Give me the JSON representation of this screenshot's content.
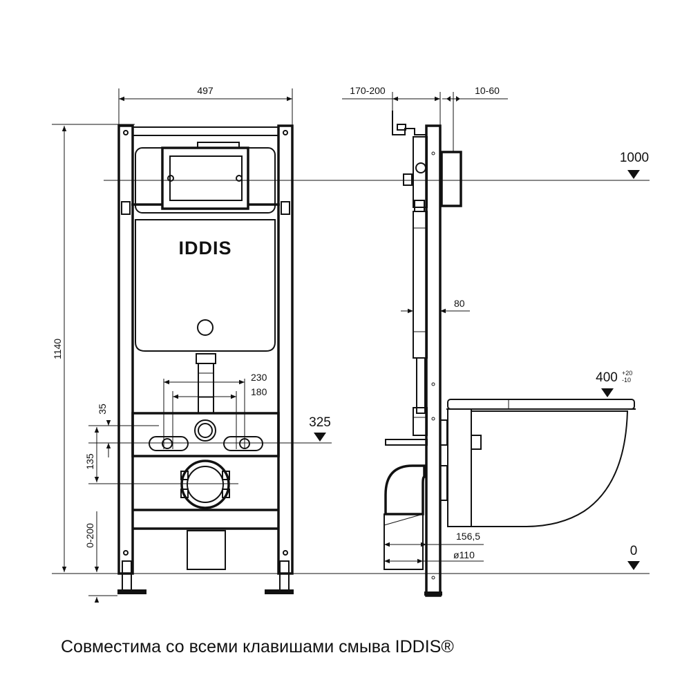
{
  "brand": {
    "logo_text": "IDDIS"
  },
  "front_view": {
    "width": "497",
    "height": "1140",
    "outlet_spacing_outer": "230",
    "outlet_spacing_inner": "180",
    "dim_35": "35",
    "dim_135": "135",
    "leg_adjust": "0-200"
  },
  "side_view": {
    "depth_range": "170-200",
    "offset_range": "10-60",
    "dim_80": "80",
    "dim_156": "156,5",
    "pipe_diameter": "ø110"
  },
  "levels": {
    "flush_button": "1000",
    "bowl_height": "400",
    "bowl_tolerance_plus": "+20",
    "bowl_tolerance_minus": "-10",
    "outlet_height": "325",
    "floor": "0"
  },
  "caption": "Совместима со всеми клавишами смыва IDDIS®"
}
